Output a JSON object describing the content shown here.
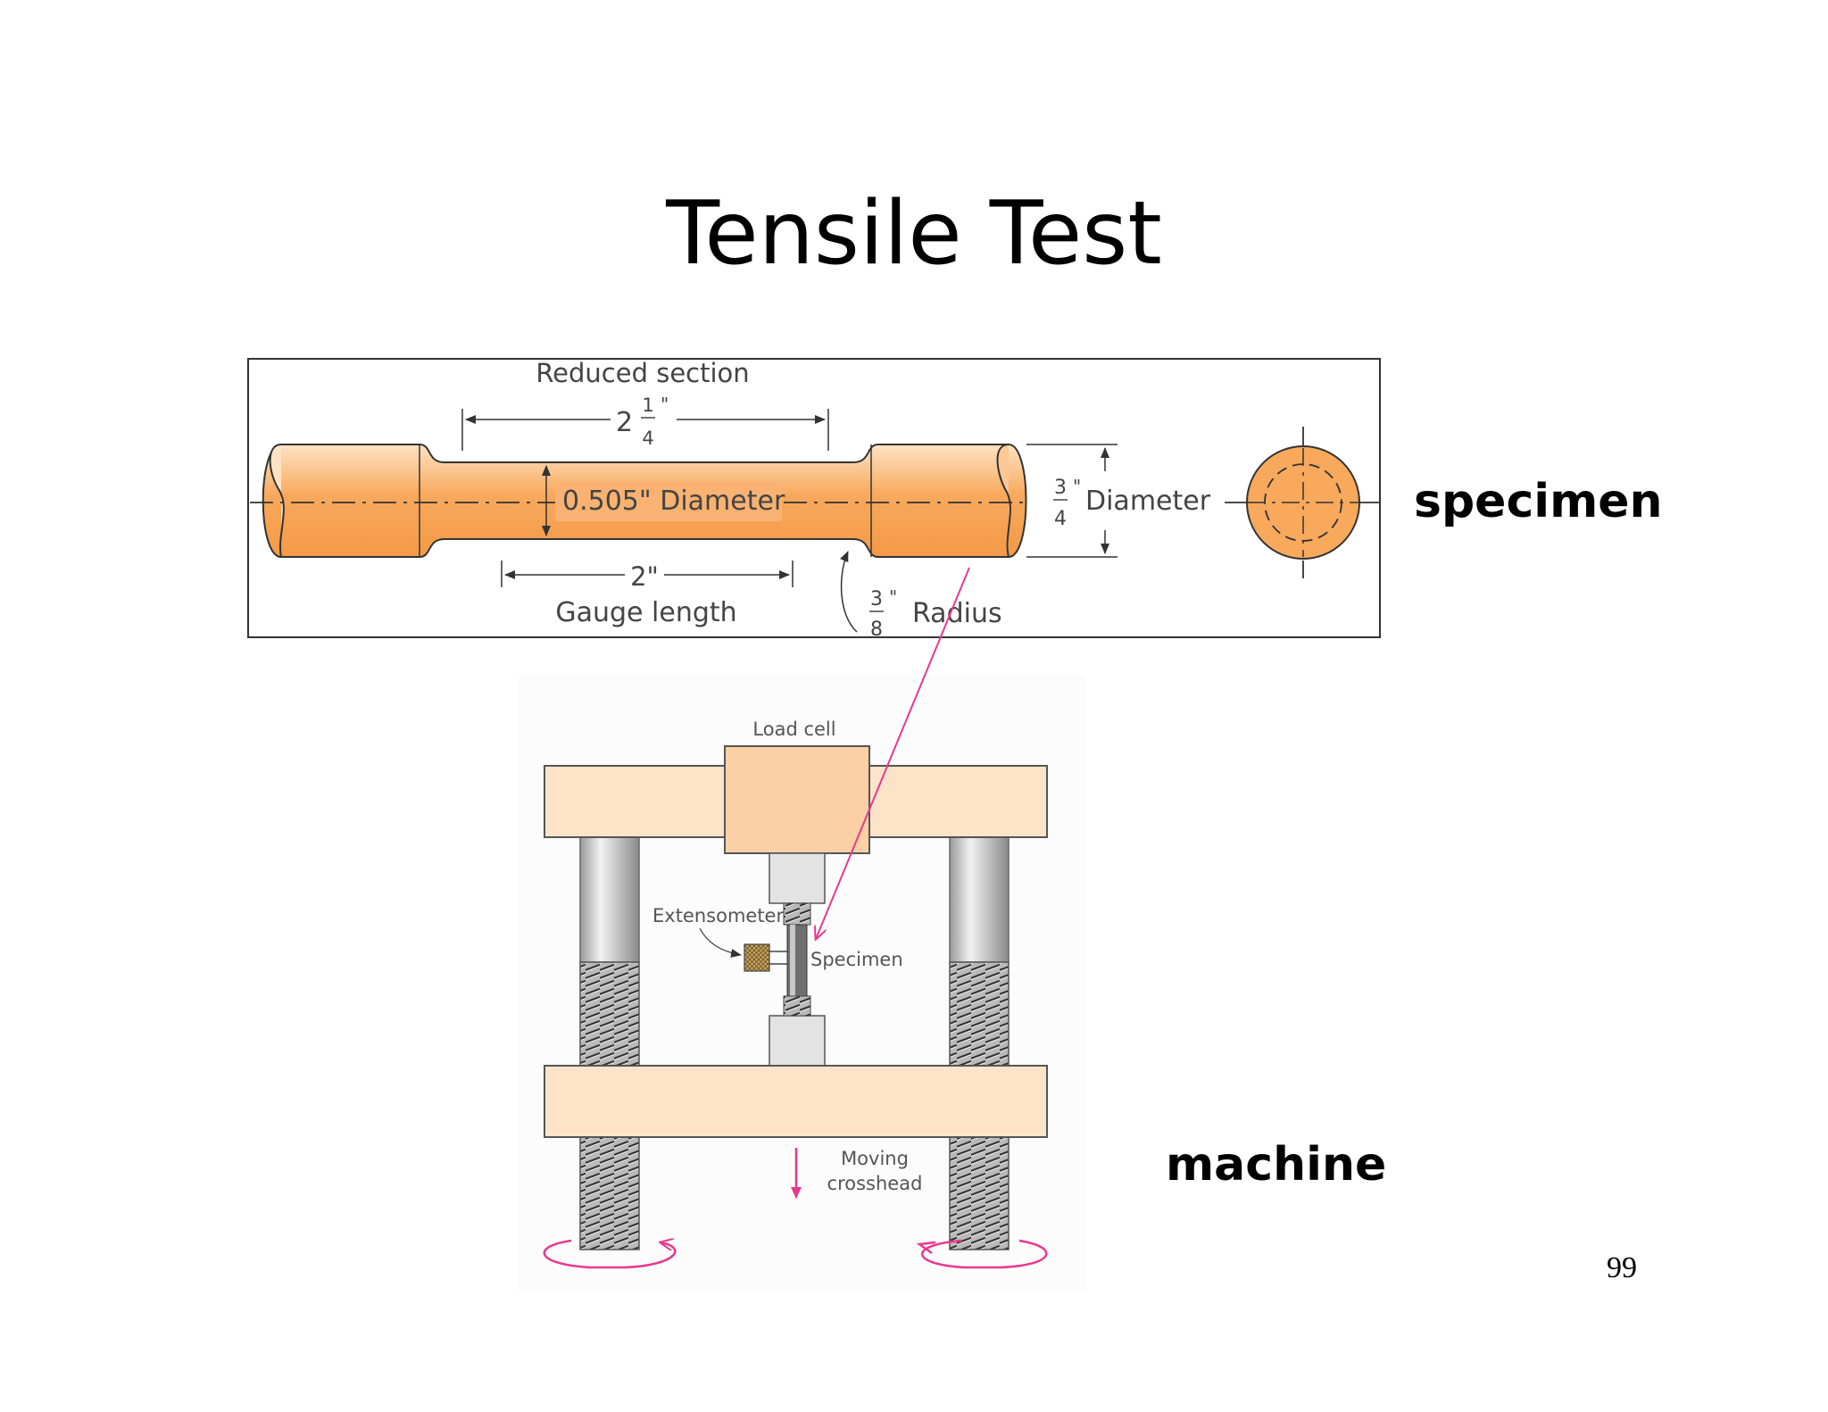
{
  "slide": {
    "title": "Tensile Test",
    "page_number": "99"
  },
  "labels": {
    "specimen": "specimen",
    "machine": "machine"
  },
  "specimen_drawing": {
    "reduced_section": "Reduced section",
    "reduced_length_whole": "2",
    "reduced_length_num": "1",
    "reduced_length_den": "4",
    "inch_mark": "\"",
    "reduced_diameter": "0.505\" Diameter",
    "end_diameter_num": "3",
    "end_diameter_den": "4",
    "end_diameter_text": "Diameter",
    "gauge_value": "2\"",
    "gauge_length": "Gauge length",
    "radius_num": "3",
    "radius_den": "8",
    "radius_text": "Radius"
  },
  "machine_drawing": {
    "load_cell": "Load cell",
    "extensometer": "Extensometer",
    "specimen": "Specimen",
    "moving_line1": "Moving",
    "moving_line2": "crosshead"
  },
  "colors": {
    "specimen_fill": "#f8a95c",
    "frame_fill": "#fde4c8",
    "load_cell_fill": "#fbd0a4",
    "arrow_magenta": "#e8388f"
  }
}
